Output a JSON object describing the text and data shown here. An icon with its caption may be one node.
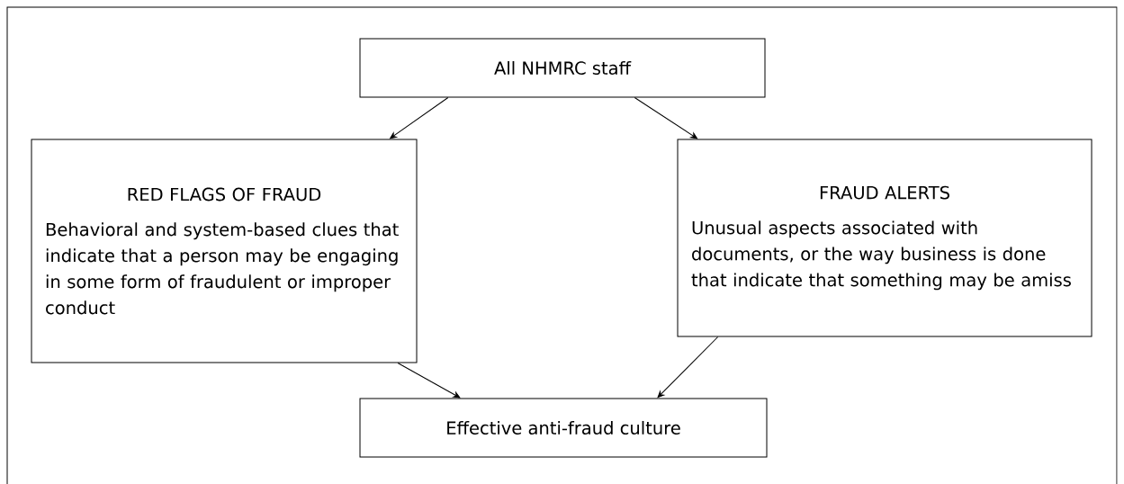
{
  "diagram": {
    "nodes": [
      {
        "text": [
          "All NHMRC staff"
        ]
      },
      {
        "text": [
          "RED FLAGS OF FRAUD",
          "Behavioral and system-based clues that indicate that a person may be engaging in some form of fraudulent or improper conduct"
        ]
      },
      {
        "text": [
          "FRAUD ALERTS",
          "Unusual aspects associated with documents, or the way business is done that indicate that something may be amiss"
        ]
      },
      {
        "text": [
          "Effective anti-fraud culture"
        ]
      }
    ],
    "edges": [
      {
        "from": 0,
        "to": 1,
        "arrow": "to"
      },
      {
        "from": 0,
        "to": 2,
        "arrow": "to"
      },
      {
        "from": 1,
        "to": 3,
        "arrow": "to"
      },
      {
        "from": 2,
        "to": 3,
        "arrow": "to"
      }
    ]
  }
}
